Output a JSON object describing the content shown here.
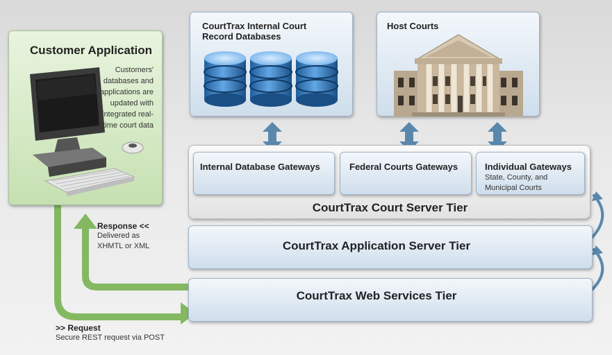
{
  "customer": {
    "title": "Customer Application",
    "description": "Customers' databases and applications are updated with integrated real-time court data"
  },
  "databases": {
    "title_line1": "CourtTrax Internal Court",
    "title_line2": "Record Databases"
  },
  "host": {
    "title": "Host Courts"
  },
  "gateways": [
    {
      "title": "Internal Database Gateways",
      "subtitle": ""
    },
    {
      "title": "Federal Courts Gateways",
      "subtitle": ""
    },
    {
      "title": "Individual Gateways",
      "subtitle_line1": "State, County, and",
      "subtitle_line2": "Municipal Courts"
    }
  ],
  "tiers": {
    "court_server": "CourtTrax Court Server Tier",
    "application_server": "CourtTrax Application Server Tier",
    "web_services": "CourtTrax Web Services Tier"
  },
  "response": {
    "label": "Response <<",
    "line1": "Delivered as",
    "line2": "XHMTL or XML"
  },
  "request": {
    "label": ">> Request",
    "detail": "Secure REST request via POST"
  },
  "colors": {
    "green_arrow": "#7db55a",
    "blue_arrow": "#5a88ad",
    "blue_box": "#dde8f2",
    "green_panel": "#d6eac6"
  }
}
